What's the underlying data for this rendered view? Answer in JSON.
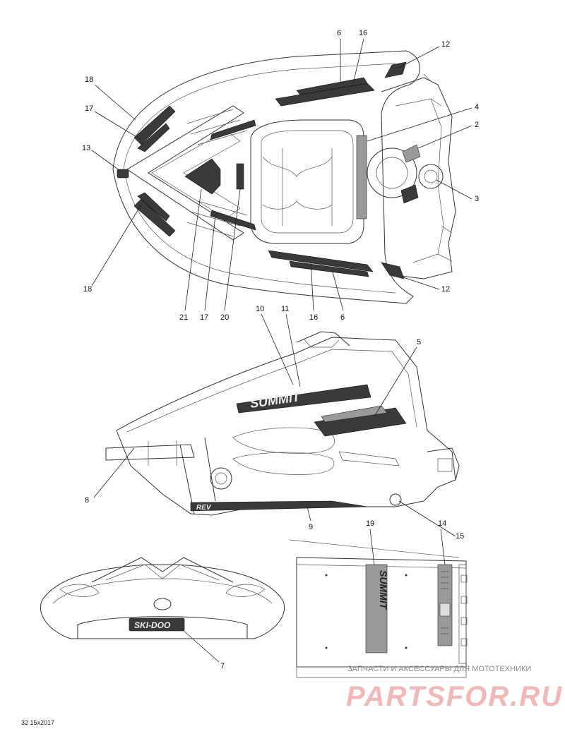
{
  "diagram": {
    "callouts_top": [
      "6",
      "16",
      "12",
      "4",
      "2",
      "3",
      "12",
      "6",
      "16",
      "20",
      "17",
      "21",
      "18",
      "13",
      "17",
      "18"
    ],
    "callouts_middle": [
      "10",
      "11",
      "5",
      "8",
      "9",
      "15"
    ],
    "callouts_bottom": [
      "19",
      "14",
      "7"
    ],
    "decal_texts": {
      "logo": "SKI-DOO",
      "summit_side": "SUMMIT",
      "summit_rear": "SUMMIT",
      "rev": "REV"
    }
  },
  "footer": {
    "reference_code": "32 15x2017"
  },
  "watermark": {
    "tagline": "ЗАПЧАСТИ И АКСЕССУАРЫ ДЛЯ МОТОТЕХНИКИ",
    "brand": "PARTSFOR.RU"
  },
  "colors": {
    "line": "#333333",
    "decal": "#3a3a3a",
    "watermark": "#f2b8b8"
  }
}
